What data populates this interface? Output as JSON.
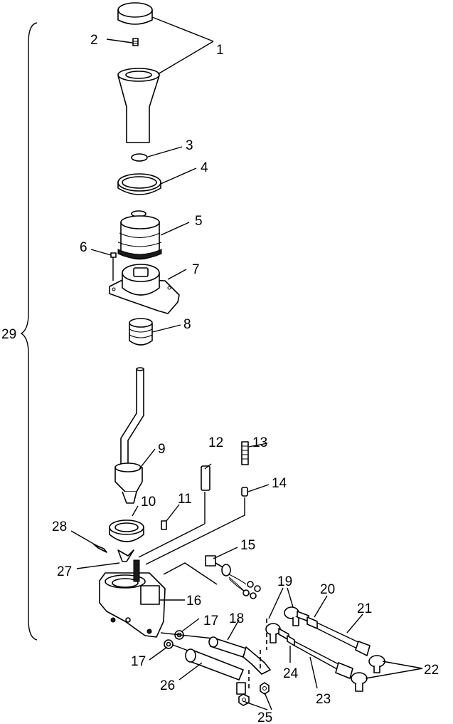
{
  "diagram": {
    "callouts": {
      "c1": "1",
      "c2": "2",
      "c3": "3",
      "c4": "4",
      "c5": "5",
      "c6": "6",
      "c7": "7",
      "c8": "8",
      "c9": "9",
      "c10": "10",
      "c11": "11",
      "c12": "12",
      "c13": "13",
      "c14": "14",
      "c15": "15",
      "c16": "16",
      "c17a": "17",
      "c17b": "17",
      "c18": "18",
      "c19": "19",
      "c20": "20",
      "c21": "21",
      "c22": "22",
      "c23": "23",
      "c24": "24",
      "c25": "25",
      "c26": "26",
      "c27": "27",
      "c28": "28",
      "c29": "29"
    }
  }
}
